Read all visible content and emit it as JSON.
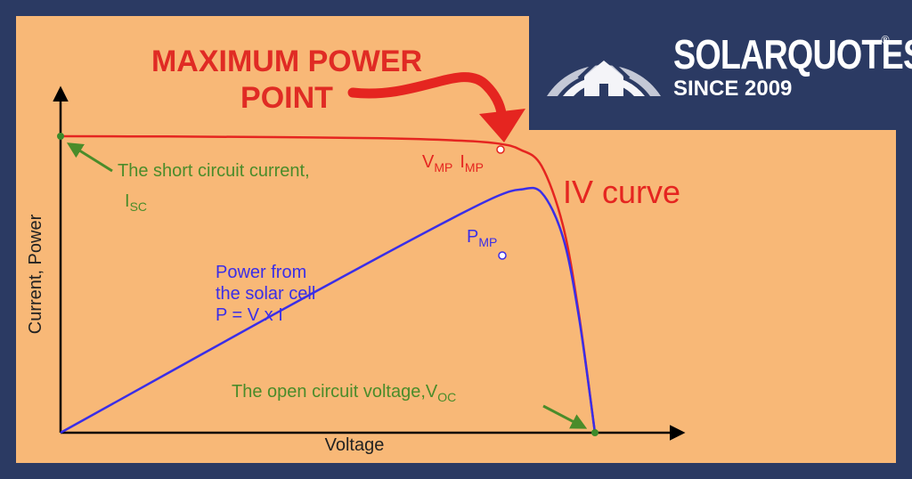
{
  "banner": {
    "callout_line1": "MAXIMUM POWER",
    "callout_line2": "POINT",
    "brand_name": "SOLARQUOTES",
    "brand_mark": "®",
    "brand_since": "SINCE 2009",
    "logo_icon": "house-rainbow-icon"
  },
  "chart_data": {
    "type": "line",
    "xlabel": "Voltage",
    "ylabel": "Current, Power",
    "curve_label": "IV curve",
    "points": {
      "vmp": "V",
      "vmp_sub": "MP",
      "imp": "I",
      "imp_sub": "MP",
      "pmp": "P",
      "pmp_sub": "MP"
    },
    "annotations": {
      "isc_line1": "The short circuit current,",
      "isc_symbol": "I",
      "isc_sub": "SC",
      "power_line1": "Power from",
      "power_line2": "the solar cell",
      "power_line3": "P = V x I",
      "voc_text": "The open circuit voltage,V",
      "voc_sub": "OC"
    },
    "series": [
      {
        "name": "IV curve",
        "color": "#e52520",
        "x": [
          0,
          0.2,
          0.4,
          0.6,
          0.75,
          0.82,
          0.86,
          0.9,
          0.94,
          0.97,
          1.0
        ],
        "y": [
          1.0,
          0.999,
          0.997,
          0.993,
          0.985,
          0.975,
          0.955,
          0.9,
          0.7,
          0.4,
          0.0
        ]
      },
      {
        "name": "Power from the solar cell",
        "color": "#3a2ee8",
        "x": [
          0,
          0.2,
          0.4,
          0.6,
          0.75,
          0.82,
          0.86,
          0.9,
          0.94,
          0.97,
          1.0
        ],
        "y": [
          0.0,
          0.2,
          0.4,
          0.596,
          0.739,
          0.8,
          0.82,
          0.81,
          0.66,
          0.39,
          0.0
        ]
      }
    ],
    "colors": {
      "iv": "#e52520",
      "power": "#3a2ee8",
      "annotation": "#4a8c2a",
      "axis": "#000000",
      "callout": "#e02b24"
    }
  }
}
